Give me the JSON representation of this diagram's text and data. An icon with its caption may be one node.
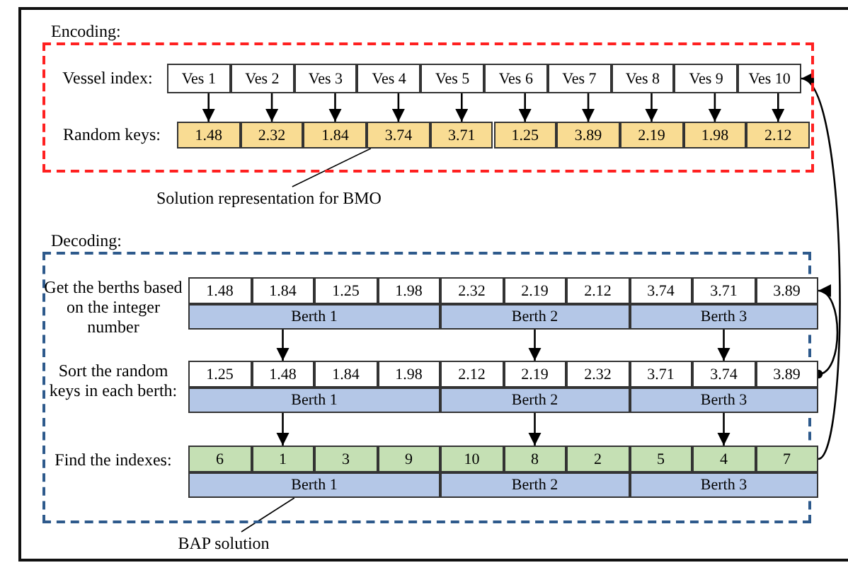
{
  "diagram": {
    "nodes": [
      {
        "text": [
          "Encoding:"
        ]
      },
      {
        "text": [
          "Ves 1"
        ],
        "in": 0
      },
      {
        "text": [
          "Ves 2"
        ],
        "in": 0
      },
      {
        "text": [
          "Ves 3"
        ],
        "in": 0
      },
      {
        "text": [
          "Ves 4"
        ],
        "in": 0
      },
      {
        "text": [
          "Ves 5"
        ],
        "in": 0
      },
      {
        "text": [
          "Ves 6"
        ],
        "in": 0
      },
      {
        "text": [
          "Ves 7"
        ],
        "in": 0
      },
      {
        "text": [
          "Ves 8"
        ],
        "in": 0
      },
      {
        "text": [
          "Ves 9"
        ],
        "in": 0
      },
      {
        "text": [
          "Ves 10"
        ],
        "in": 0
      },
      {
        "text": [
          "1.48"
        ],
        "in": 0
      },
      {
        "text": [
          "2.32"
        ],
        "in": 0
      },
      {
        "text": [
          "1.84"
        ],
        "in": 0
      },
      {
        "text": [
          "3.74"
        ],
        "in": 0
      },
      {
        "text": [
          "3.71"
        ],
        "in": 0
      },
      {
        "text": [
          "1.25"
        ],
        "in": 0
      },
      {
        "text": [
          "3.89"
        ],
        "in": 0
      },
      {
        "text": [
          "2.19"
        ],
        "in": 0
      },
      {
        "text": [
          "1.98"
        ],
        "in": 0
      },
      {
        "text": [
          "2.12"
        ],
        "in": 0
      },
      {
        "text": [
          "Decoding:"
        ]
      },
      {
        "text": [
          "1.48"
        ],
        "in": 21
      },
      {
        "text": [
          "1.84"
        ],
        "in": 21
      },
      {
        "text": [
          "1.25"
        ],
        "in": 21
      },
      {
        "text": [
          "1.98"
        ],
        "in": 21
      },
      {
        "text": [
          "2.32"
        ],
        "in": 21
      },
      {
        "text": [
          "2.19"
        ],
        "in": 21
      },
      {
        "text": [
          "2.12"
        ],
        "in": 21
      },
      {
        "text": [
          "3.74"
        ],
        "in": 21
      },
      {
        "text": [
          "3.71"
        ],
        "in": 21
      },
      {
        "text": [
          "3.89"
        ],
        "in": 21
      },
      {
        "text": [
          "Berth 1"
        ],
        "in": 21
      },
      {
        "text": [
          "Berth 2"
        ],
        "in": 21
      },
      {
        "text": [
          "Berth 3"
        ],
        "in": 21
      },
      {
        "text": [
          "1.25"
        ],
        "in": 21
      },
      {
        "text": [
          "1.48"
        ],
        "in": 21
      },
      {
        "text": [
          "1.84"
        ],
        "in": 21
      },
      {
        "text": [
          "1.98"
        ],
        "in": 21
      },
      {
        "text": [
          "2.12"
        ],
        "in": 21
      },
      {
        "text": [
          "2.19"
        ],
        "in": 21
      },
      {
        "text": [
          "2.32"
        ],
        "in": 21
      },
      {
        "text": [
          "3.71"
        ],
        "in": 21
      },
      {
        "text": [
          "3.74"
        ],
        "in": 21
      },
      {
        "text": [
          "3.89"
        ],
        "in": 21
      },
      {
        "text": [
          "Berth 1"
        ],
        "in": 21
      },
      {
        "text": [
          "Berth 2"
        ],
        "in": 21
      },
      {
        "text": [
          "Berth 3"
        ],
        "in": 21
      },
      {
        "text": [
          "6"
        ],
        "in": 21
      },
      {
        "text": [
          "1"
        ],
        "in": 21
      },
      {
        "text": [
          "3"
        ],
        "in": 21
      },
      {
        "text": [
          "9"
        ],
        "in": 21
      },
      {
        "text": [
          "10"
        ],
        "in": 21
      },
      {
        "text": [
          "8"
        ],
        "in": 21
      },
      {
        "text": [
          "2"
        ],
        "in": 21
      },
      {
        "text": [
          "5"
        ],
        "in": 21
      },
      {
        "text": [
          "4"
        ],
        "in": 21
      },
      {
        "text": [
          "7"
        ],
        "in": 21
      },
      {
        "text": [
          "Berth 1"
        ],
        "in": 21
      },
      {
        "text": [
          "Berth 2"
        ],
        "in": 21
      },
      {
        "text": [
          "Berth 3"
        ],
        "in": 21
      },
      {
        "text": [
          "Solution representation for BMO"
        ]
      },
      {
        "text": [
          "BAP solution"
        ]
      }
    ],
    "edges": [
      {
        "from": 1,
        "to": 11,
        "arrow": "to"
      },
      {
        "from": 2,
        "to": 12,
        "arrow": "to"
      },
      {
        "from": 3,
        "to": 13,
        "arrow": "to"
      },
      {
        "from": 4,
        "to": 14,
        "arrow": "to"
      },
      {
        "from": 5,
        "to": 15,
        "arrow": "to"
      },
      {
        "from": 6,
        "to": 16,
        "arrow": "to"
      },
      {
        "from": 7,
        "to": 17,
        "arrow": "to"
      },
      {
        "from": 8,
        "to": 18,
        "arrow": "to"
      },
      {
        "from": 9,
        "to": 19,
        "arrow": "to"
      },
      {
        "from": 10,
        "to": 20,
        "arrow": "to"
      },
      {
        "from": 32,
        "to": 36,
        "arrow": "to"
      },
      {
        "from": 33,
        "to": 40,
        "arrow": "to"
      },
      {
        "from": 34,
        "to": 43,
        "arrow": "to"
      },
      {
        "from": 45,
        "to": 49,
        "arrow": "to"
      },
      {
        "from": 46,
        "to": 53,
        "arrow": "to"
      },
      {
        "from": 47,
        "to": 56,
        "arrow": "to"
      },
      {
        "from": 57,
        "to": 10,
        "arrow": "to"
      },
      {
        "from": 44,
        "to": 31,
        "arrow": "to"
      },
      {
        "from": 61,
        "to": 14,
        "arrow": "none"
      },
      {
        "from": 62,
        "to": 58,
        "arrow": "none"
      }
    ],
    "labels": [
      "Vessel index:",
      "Random keys:",
      "Get the berths based on the integer number",
      "Sort the random keys in each berth:",
      "Find the indexes:"
    ]
  }
}
